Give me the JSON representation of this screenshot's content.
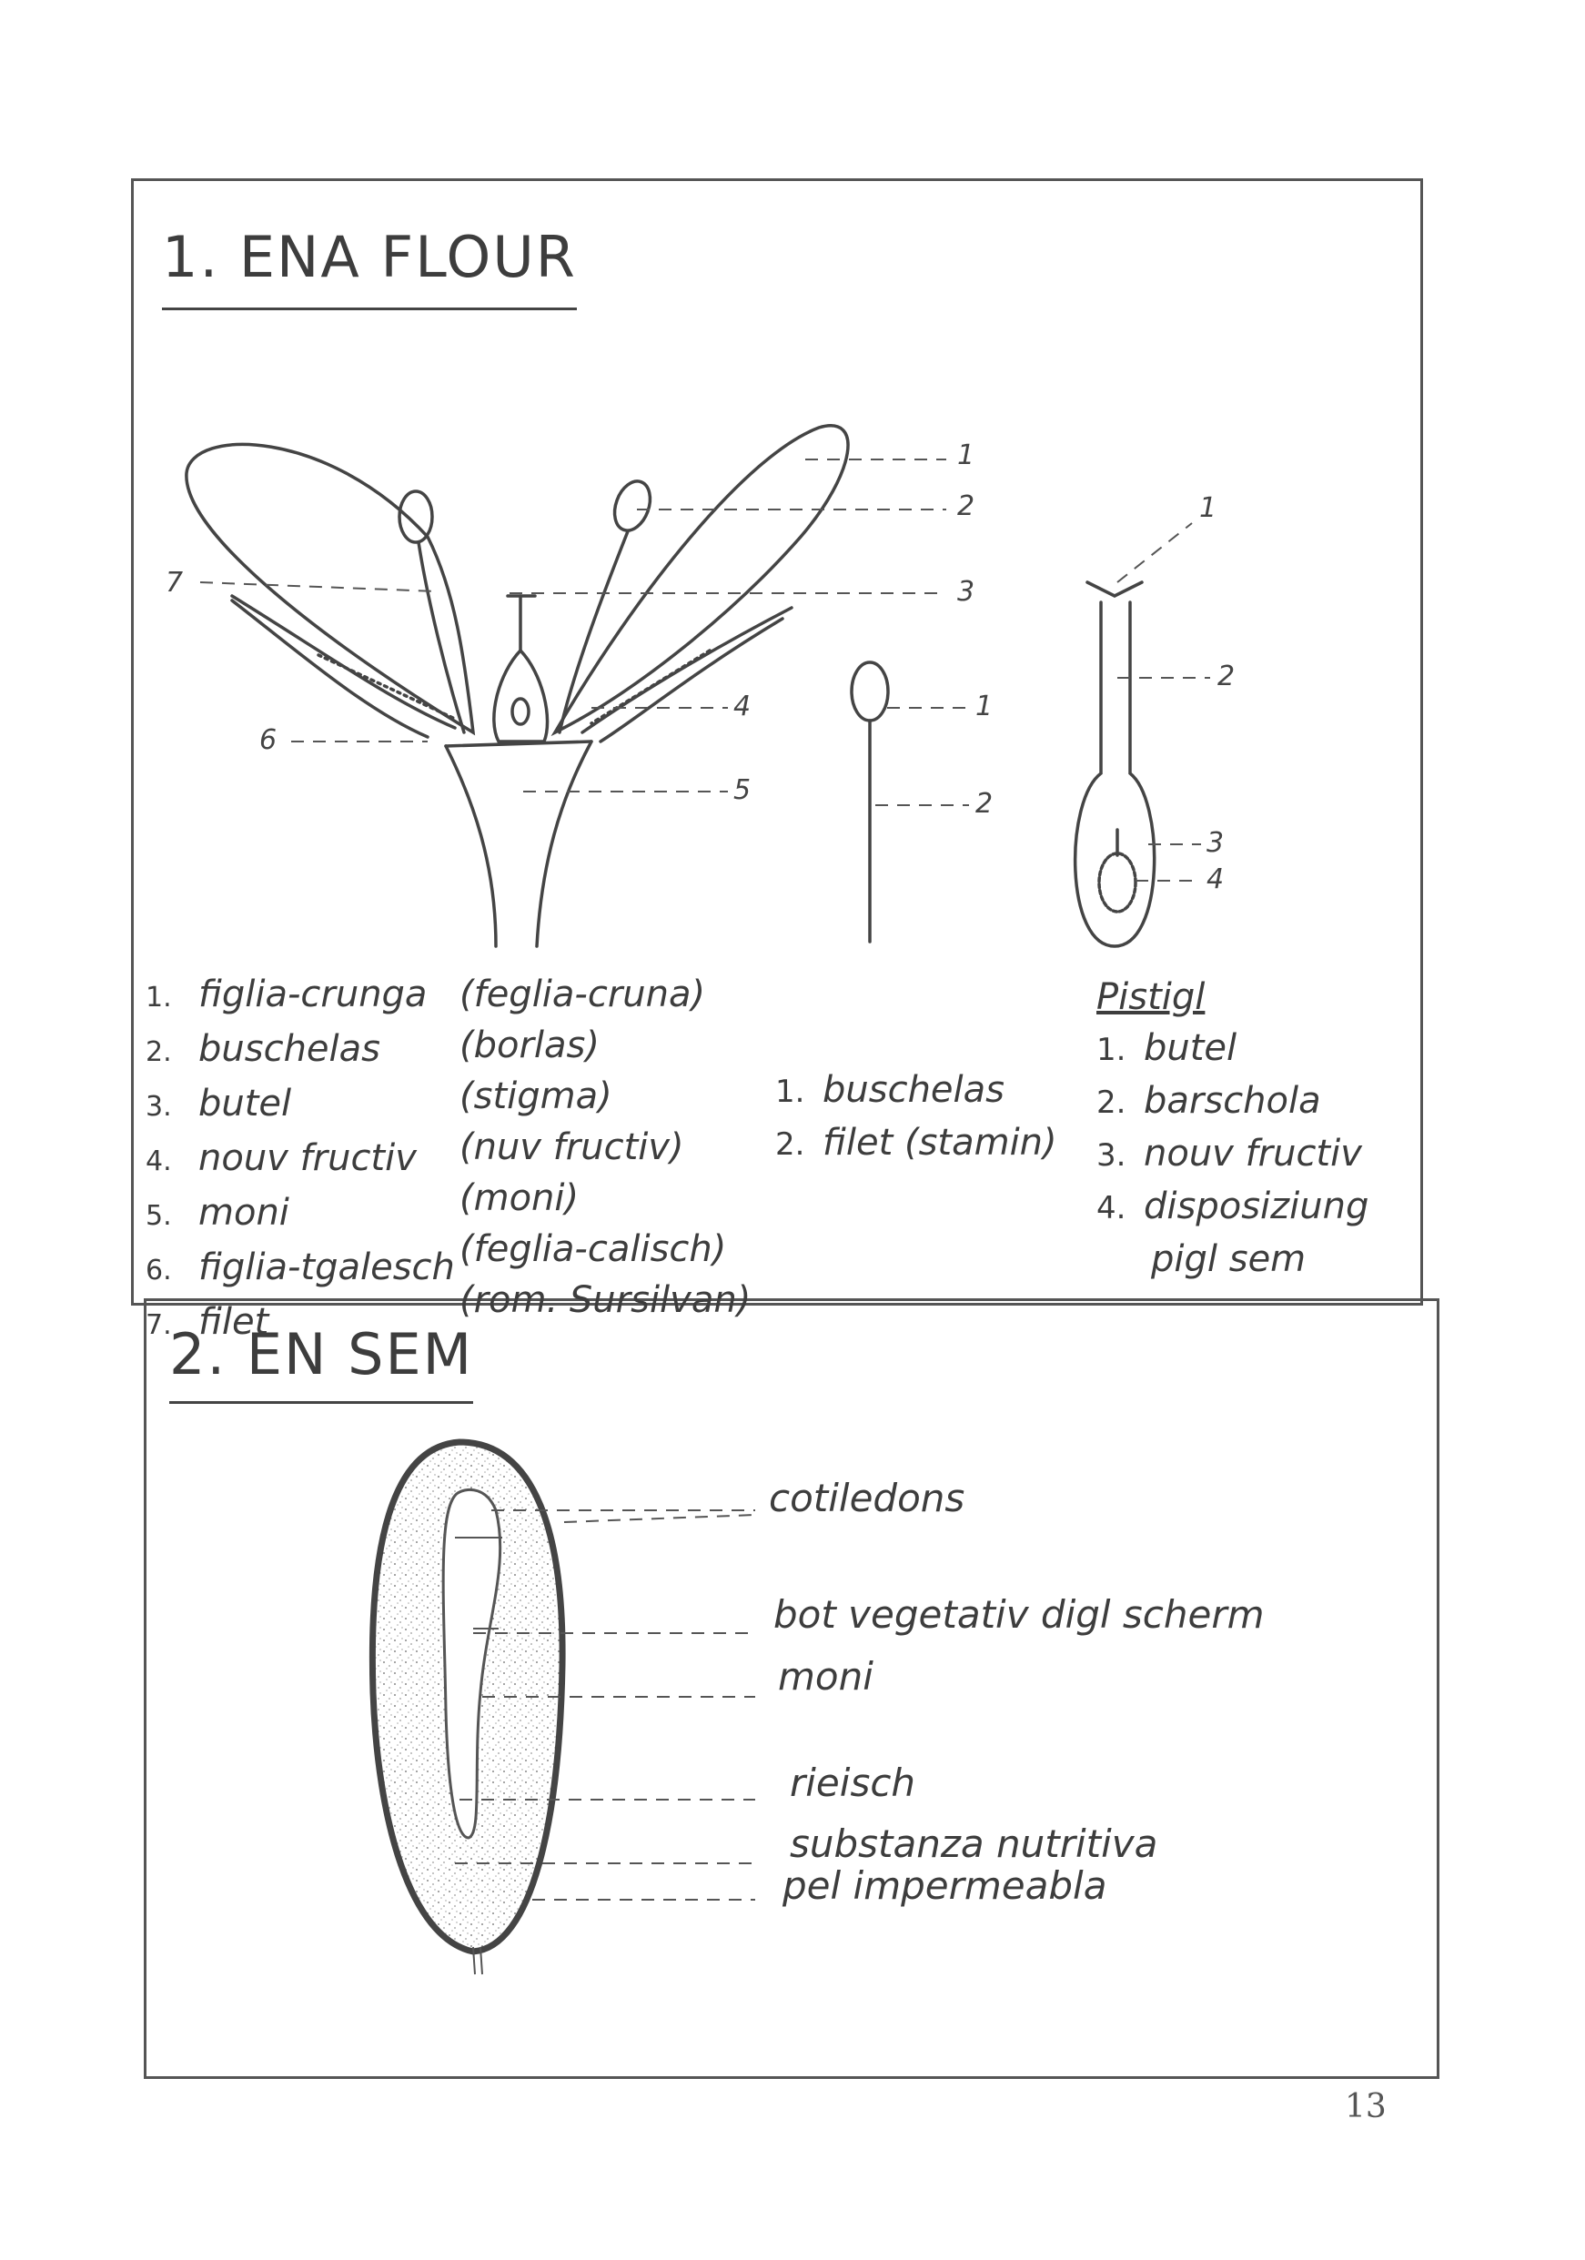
{
  "section1": {
    "title": "1. ENA FLOUR",
    "flower_callouts": [
      "1",
      "2",
      "3",
      "4",
      "5",
      "6",
      "7"
    ],
    "stamen_callouts": [
      "1",
      "2"
    ],
    "pistil_callouts": [
      "1",
      "2",
      "3",
      "4"
    ],
    "legend_left": [
      {
        "num": "1.",
        "label": "figlia-crunga",
        "alt": "(feglia-cruna)"
      },
      {
        "num": "2.",
        "label": "buschelas",
        "alt": "(borlas)"
      },
      {
        "num": "3.",
        "label": "butel",
        "alt": "(stigma)"
      },
      {
        "num": "4.",
        "label": "nouv fructiv",
        "alt": "(nuv fructiv)"
      },
      {
        "num": "5.",
        "label": "moni",
        "alt": "(moni)"
      },
      {
        "num": "6.",
        "label": "figlia-tgalesch",
        "alt": "(feglia-calisch)"
      },
      {
        "num": "7.",
        "label": "filet",
        "alt": "(rom. Sursilvan)"
      }
    ],
    "legend_stamen": [
      {
        "num": "1.",
        "label": "buschelas"
      },
      {
        "num": "2.",
        "label": "filet (stamin)"
      }
    ],
    "pistil": {
      "heading": "Pistigl",
      "items": [
        {
          "num": "1.",
          "label": "butel"
        },
        {
          "num": "2.",
          "label": "barschola"
        },
        {
          "num": "3.",
          "label": "nouv fructiv"
        },
        {
          "num": "4.",
          "label": "disposiziung"
        },
        {
          "num": "",
          "label": "pigl sem"
        }
      ]
    }
  },
  "section2": {
    "title": "2. EN SEM",
    "labels": [
      "cotiledons",
      "bot vegetativ digl scherm",
      "moni",
      "rieisch",
      "substanza nutritiva",
      "pel impermeabla"
    ]
  },
  "page_number": "13"
}
